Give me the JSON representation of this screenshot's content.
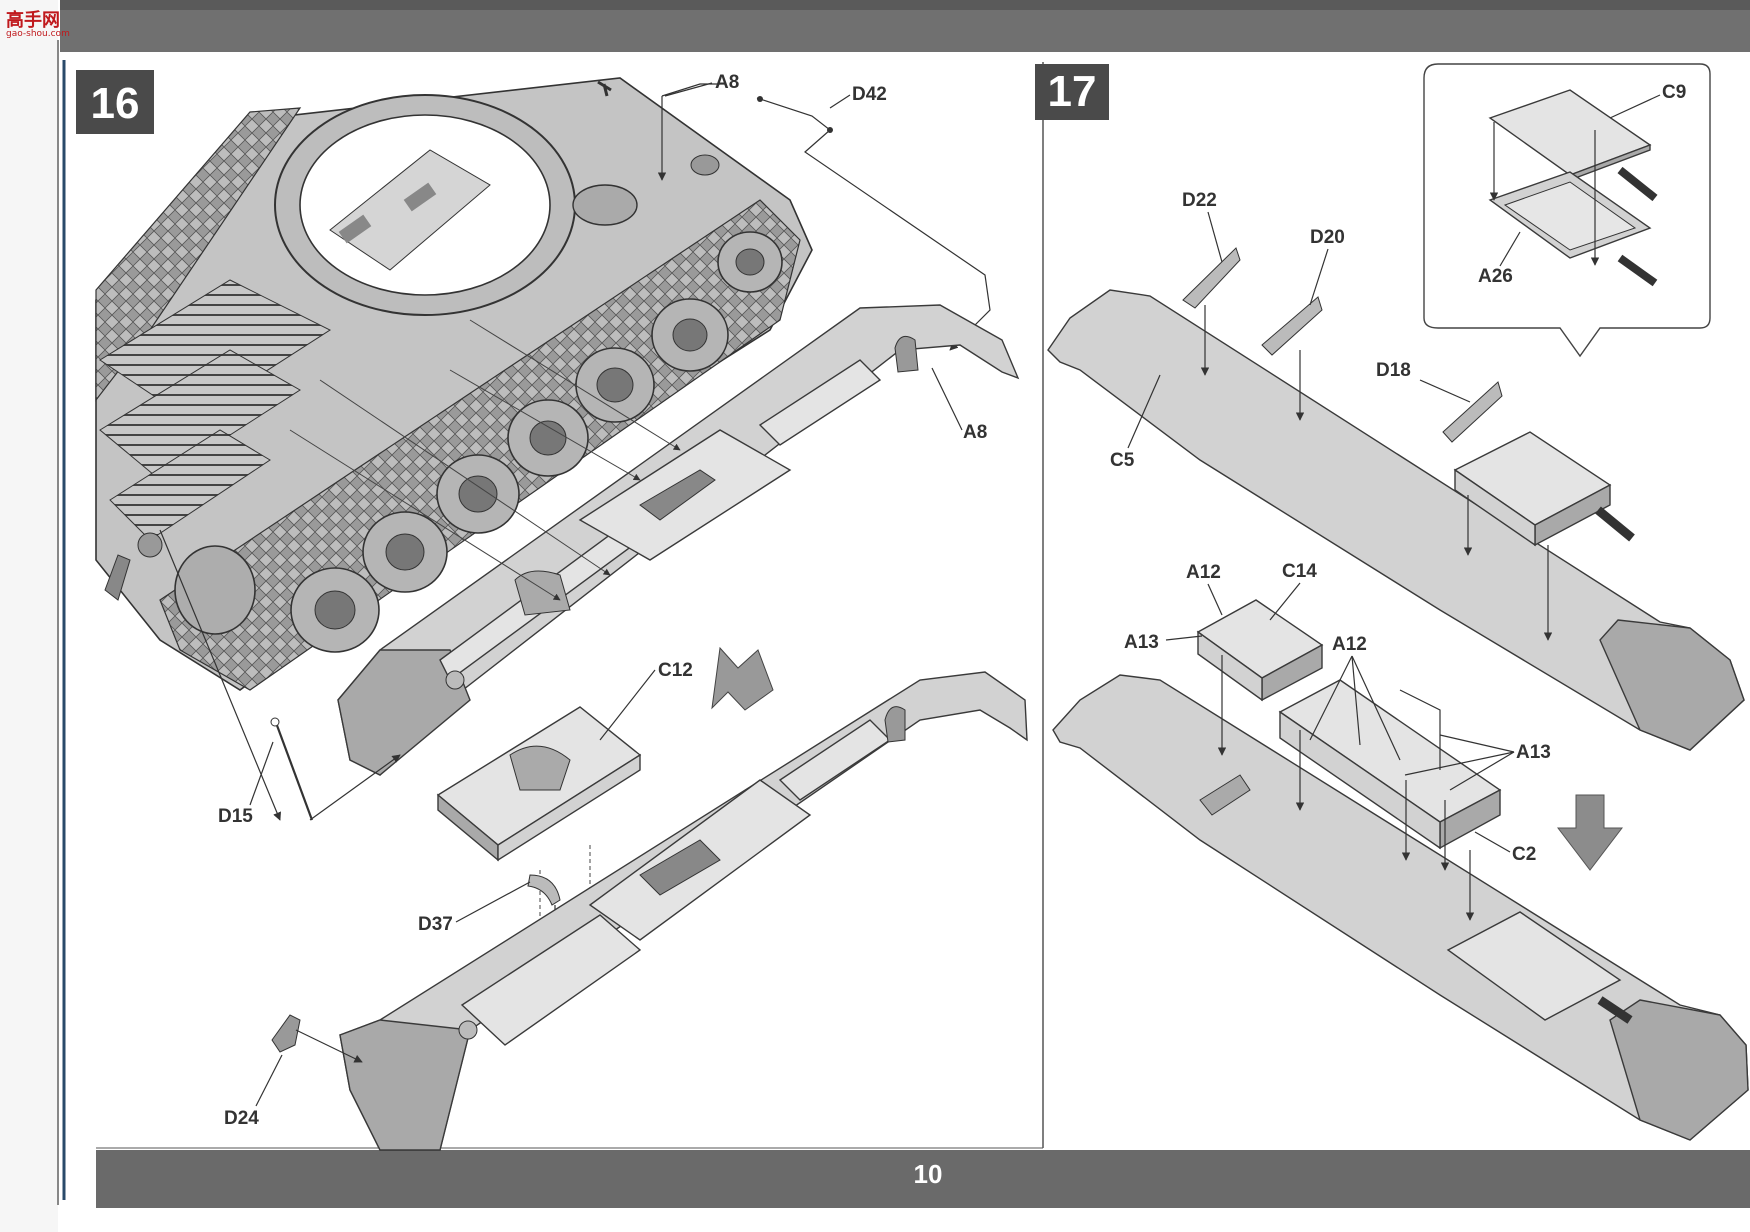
{
  "watermark": {
    "text": "高手网",
    "url_text": "gao-shou.com"
  },
  "page_number": "10",
  "steps": [
    {
      "number": "16",
      "labels": {
        "a8_top": "A8",
        "d42": "D42",
        "a8_right": "A8",
        "c12": "C12",
        "d15": "D15",
        "d37": "D37",
        "d24": "D24"
      }
    },
    {
      "number": "17",
      "labels": {
        "c9": "C9",
        "a26": "A26",
        "d22": "D22",
        "d20": "D20",
        "d18": "D18",
        "c5": "C5",
        "a12_left": "A12",
        "c14": "C14",
        "a13_left": "A13",
        "a12_right": "A12",
        "a13_right": "A13",
        "c2": "C2"
      }
    }
  ],
  "colors": {
    "header_bar": "#6f6f6f",
    "step_badge": "#4a4a4a",
    "part_fill": "#d2d2d2"
  }
}
